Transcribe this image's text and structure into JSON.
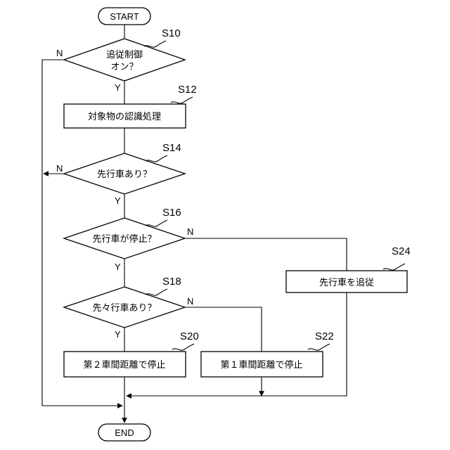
{
  "terminals": {
    "start": "START",
    "end": "END"
  },
  "decisions": {
    "s10": {
      "step": "S10",
      "line1": "追従制御",
      "line2": "オン？",
      "yes": "Y",
      "no": "N"
    },
    "s14": {
      "step": "S14",
      "text": "先行車あり？",
      "yes": "Y",
      "no": "N"
    },
    "s16": {
      "step": "S16",
      "text": "先行車が停止？",
      "yes": "Y",
      "no": "N"
    },
    "s18": {
      "step": "S18",
      "text": "先々行車あり？",
      "yes": "Y",
      "no": "N"
    }
  },
  "processes": {
    "s12": {
      "step": "S12",
      "text": "対象物の認識処理"
    },
    "s20": {
      "step": "S20",
      "text": "第２車間距離で停止"
    },
    "s22": {
      "step": "S22",
      "text": "第１車間距離で停止"
    },
    "s24": {
      "step": "S24",
      "text": "先行車を追従"
    }
  }
}
